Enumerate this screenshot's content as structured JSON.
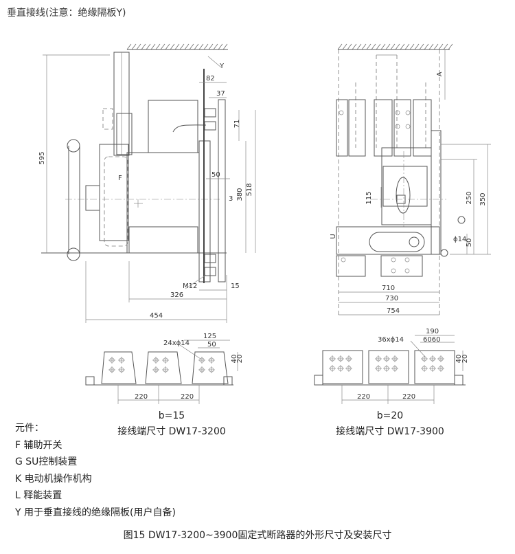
{
  "heading": "垂直接线(注意：绝缘隔板Y)",
  "front_view": {
    "dims": {
      "d595": "595",
      "y": "Y",
      "d82": "82",
      "d37": "37",
      "d71": "71",
      "d50": "50",
      "d380": "380",
      "d518": "518",
      "d3": "3",
      "f": "F",
      "m12": "M12",
      "d15": "15",
      "d326": "326",
      "d454": "454"
    }
  },
  "side_view": {
    "dims": {
      "a": "A",
      "d115": "115",
      "d250": "250",
      "d350": "350",
      "phi14": "ϕ14",
      "d50": "50",
      "u": "U",
      "d710": "710",
      "d730": "730",
      "d754": "754"
    }
  },
  "terminal_left": {
    "dims": {
      "holes": "24xϕ14",
      "d125": "125",
      "d50": "50",
      "d40": "40",
      "d20": "20",
      "d220a": "220",
      "d220b": "220"
    },
    "b_label": "b=15",
    "subtitle": "接线端尺寸 DW17-3200"
  },
  "terminal_right": {
    "dims": {
      "holes": "36xϕ14",
      "d190": "190",
      "d6060": "6060",
      "d40": "40",
      "d20": "20",
      "d220a": "220",
      "d220b": "220"
    },
    "b_label": "b=20",
    "subtitle": "接线端尺寸 DW17-3900"
  },
  "legend": {
    "title": "元件：",
    "items": [
      "F 辅助开关",
      "G SU控制装置",
      "K 电动机操作机构",
      "L 释能装置",
      "Y 用于垂直接线的绝缘隔板(用户自备)"
    ]
  },
  "caption": "图15 DW17-3200~3900固定式断路器的外形尺寸及安装尺寸"
}
